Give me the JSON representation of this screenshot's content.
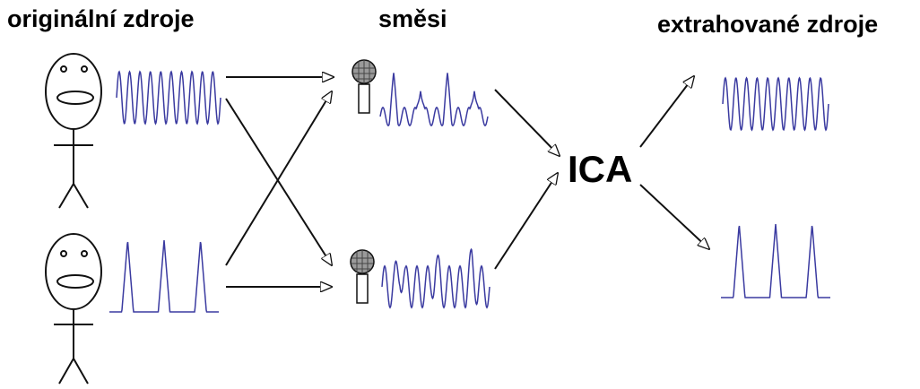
{
  "labels": {
    "original_sources": "originální zdroje",
    "mixtures": "směsi",
    "extracted_sources": "extrahované zdroje",
    "ica": "ICA"
  },
  "colors": {
    "signal": "#3a3aa0",
    "line": "#111111"
  },
  "icons": {
    "person": "stick-figure-face",
    "microphone": "microphone-icon",
    "arrow": "arrow-head-open"
  }
}
